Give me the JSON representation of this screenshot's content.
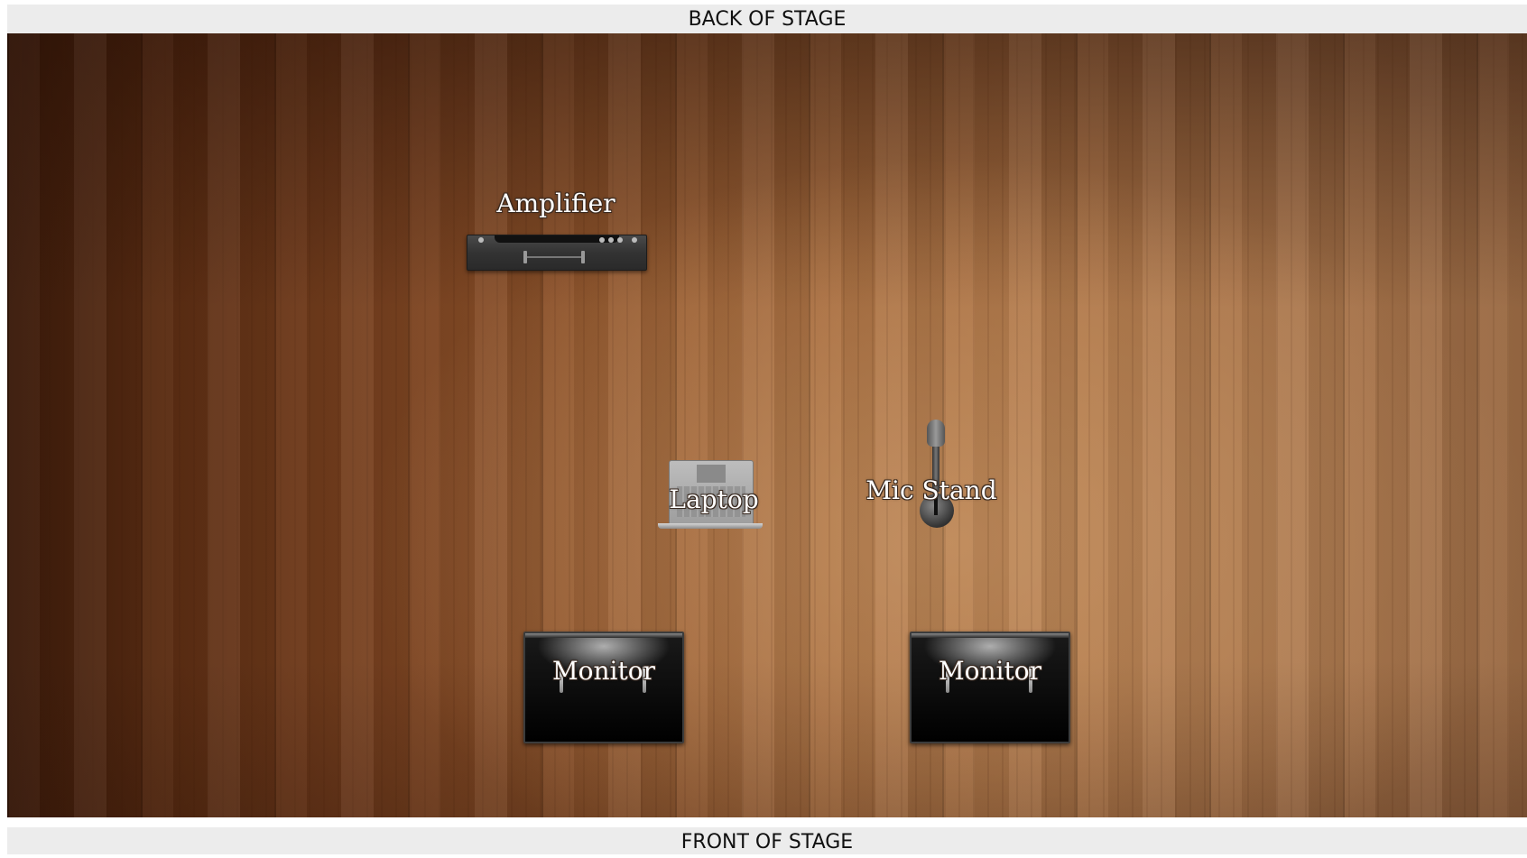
{
  "stage": {
    "back_label": "BACK OF STAGE",
    "front_label": "FRONT OF STAGE",
    "items": {
      "amplifier": {
        "label": "Amplifier",
        "icon": "amplifier-icon"
      },
      "laptop": {
        "label": "Laptop",
        "icon": "laptop-icon"
      },
      "mic_stand": {
        "label": "Mic Stand",
        "icon": "mic-stand-icon"
      },
      "monitor_left": {
        "label": "Monitor",
        "icon": "monitor-icon"
      },
      "monitor_right": {
        "label": "Monitor",
        "icon": "monitor-icon"
      }
    }
  }
}
